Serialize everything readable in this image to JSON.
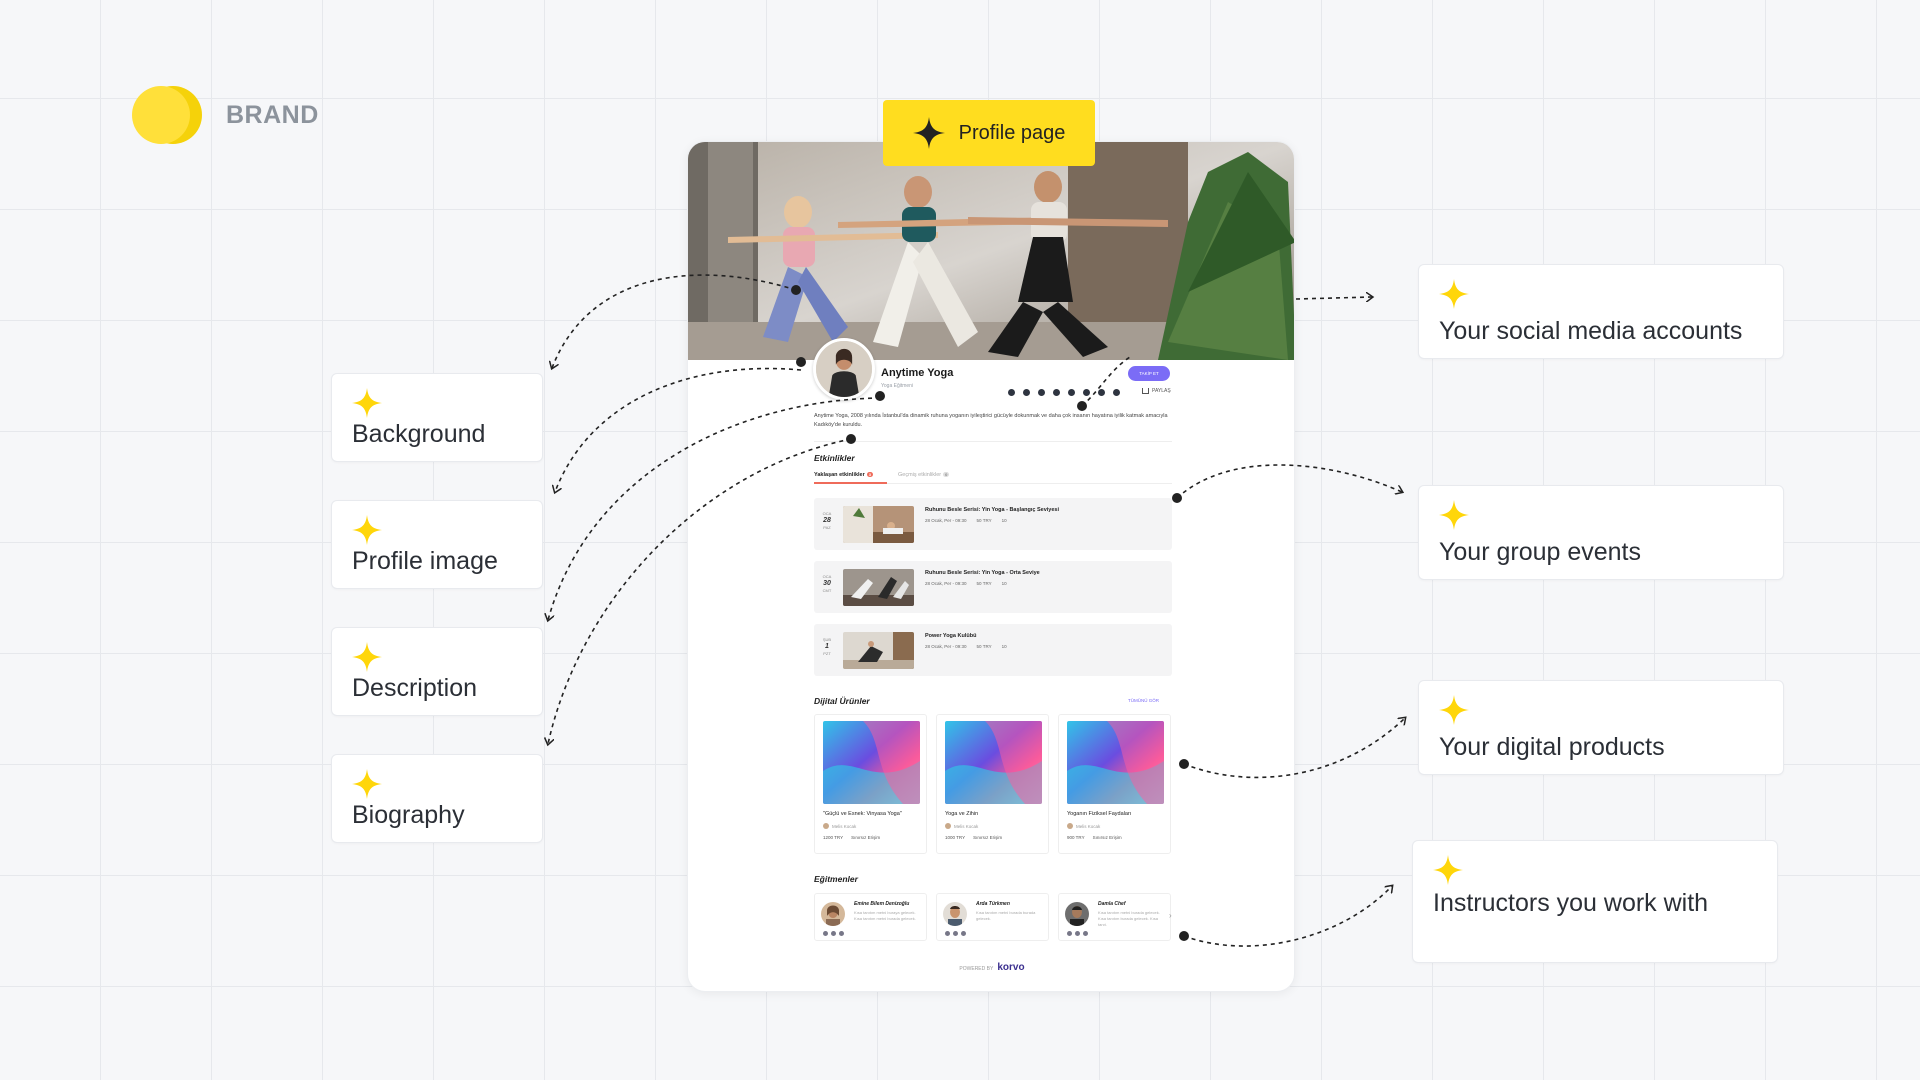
{
  "brand": {
    "name": "BRAND"
  },
  "badge": {
    "label": "Profile page",
    "icon": "sparkle-icon",
    "color": "#ffdd1f"
  },
  "callouts": {
    "background": "Background",
    "profile_image": "Profile image",
    "description": "Description",
    "biography": "Biography",
    "social_media": "Your social media accounts",
    "group_events": "Your group events",
    "digital_products": "Your digital products",
    "instructors": "Instructors you work with"
  },
  "profile": {
    "name": "Anytime Yoga",
    "subtitle": "Yoga Eğitmeni",
    "follow_label": "TAKİP ET",
    "share_label": "PAYLAŞ",
    "bio": "Anytime Yoga, 2008 yılında İstanbul'da dinamik ruhuna yoganın iyileştirici gücüyle dokunmak ve daha çok insanın hayatına iyilik katmak amacıyla Kadıköy'de kuruldu.",
    "social_icons": [
      "whatsapp-icon",
      "email-icon",
      "twitter-icon",
      "facebook-icon",
      "instagram-icon",
      "tiktok-icon",
      "youtube-icon",
      "linkedin-icon"
    ]
  },
  "events": {
    "title": "Etkinlikler",
    "tab_upcoming": "Yaklaşan etkinlikler",
    "tab_upcoming_count": "3",
    "tab_past": "Geçmiş etkinlikler",
    "tab_past_count": "0",
    "items": [
      {
        "month": "OCA",
        "day": "28",
        "weekday": "PAZ",
        "title": "Ruhunu Besle Serisi: Yin Yoga - Başlangıç Seviyesi",
        "date": "28 Ocak, Per - 09:30",
        "price": "50 TRY",
        "capacity": "10"
      },
      {
        "month": "OCA",
        "day": "30",
        "weekday": "CMT",
        "title": "Ruhunu Besle Serisi: Yin Yoga - Orta Seviye",
        "date": "28 Ocak, Per - 09:30",
        "price": "50 TRY",
        "capacity": "10"
      },
      {
        "month": "ŞUB",
        "day": "1",
        "weekday": "PZT",
        "title": "Power Yoga Kulübü",
        "date": "28 Ocak, Per - 09:30",
        "price": "50 TRY",
        "capacity": "10"
      }
    ]
  },
  "products": {
    "title": "Dijital Ürünler",
    "see_all": "TÜMÜNÜ GÖR",
    "items": [
      {
        "title": "\"Güçlü ve Esnek: Vinyasa Yoga\"",
        "author": "Melis Kocak",
        "price": "1200 TRY",
        "access": "Sınırsız Erişim"
      },
      {
        "title": "Yoga ve Zihin",
        "author": "Melis Kocak",
        "price": "1000 TRY",
        "access": "Sınırsız Erişim"
      },
      {
        "title": "Yoganın Fiziksel Faydaları",
        "author": "Melis Kocak",
        "price": "900 TRY",
        "access": "Sınırsız Erişim"
      }
    ]
  },
  "instructors": {
    "title": "Eğitmenler",
    "items": [
      {
        "name": "Emine Bilem Denizoğlu",
        "desc": "Kısa tanıtım metni buraya gelecek. Kısa tanıtım metni burada gelecek."
      },
      {
        "name": "Arda Türkmen",
        "desc": "Kısa tanıtım metni burada burada gelecek."
      },
      {
        "name": "Damla Chef",
        "desc": "Kısa tanıtım metni burada gelecek. Kısa tanıtım burada gelecek. Kısa tanıt."
      }
    ]
  },
  "footer": {
    "powered_by": "POWERED BY",
    "brand": "korvo"
  },
  "colors": {
    "accent": "#7b6cf6",
    "spark": "#ffd60a",
    "brand_yellow": "#f5d20a"
  }
}
